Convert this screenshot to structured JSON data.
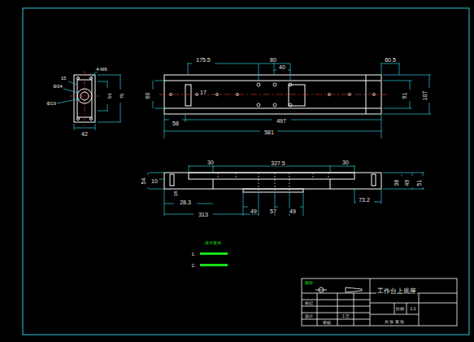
{
  "diagram": {
    "title": "工作台上底座",
    "labels": [
      "4-M6",
      "15",
      "Φ34",
      "Φ19",
      "54",
      "75",
      "42",
      "175.5",
      "80",
      "40",
      "60.5",
      "60",
      "17",
      "91",
      "107",
      "58",
      "497",
      "581",
      "30",
      "327.5",
      "30",
      "10",
      "54",
      "18",
      "28.3",
      "313",
      "49",
      "57",
      "49",
      "73.2",
      "38",
      "49",
      "51",
      "技术要求",
      "1.",
      "2.",
      "图样",
      "标记",
      "设计",
      "审核",
      "工艺",
      "比例",
      "1:1",
      "共 张 第 张"
    ]
  }
}
